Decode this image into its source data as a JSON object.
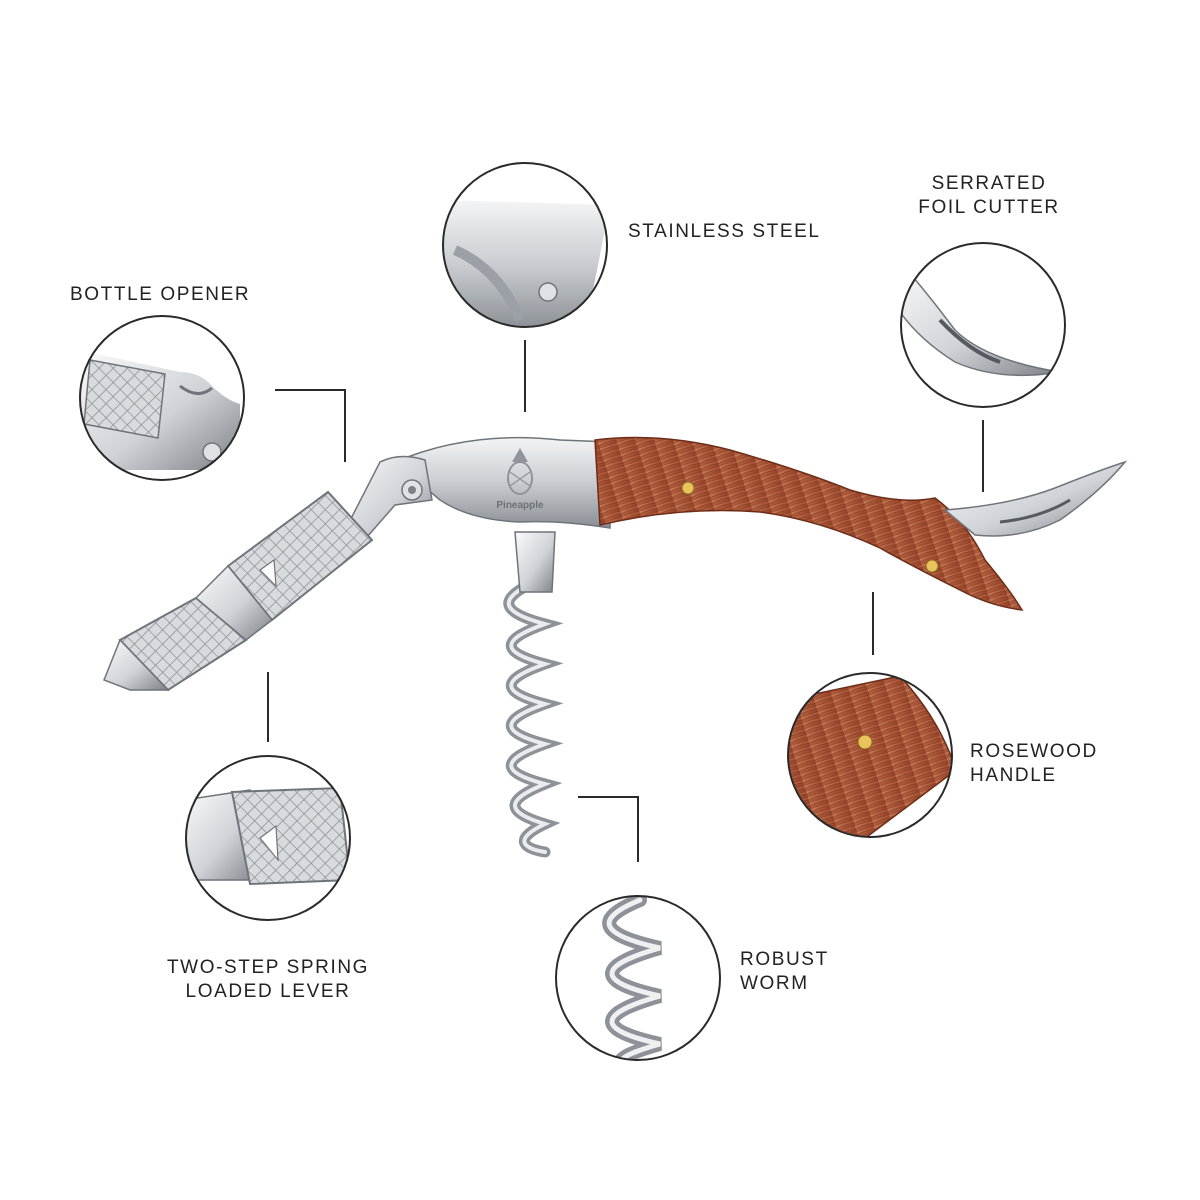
{
  "colors": {
    "steel_light": "#eef0f2",
    "steel_mid": "#c4c8cc",
    "steel_dark": "#7c8187",
    "wood_light": "#c47a55",
    "wood_dark": "#8a3c24",
    "line": "#2a2a2a",
    "circle_stroke": "#2a2a2a",
    "text": "#222222"
  },
  "brand": {
    "logo_text": "Pineapple"
  },
  "callouts": {
    "stainless_steel": {
      "line1": "STAINLESS STEEL"
    },
    "foil_cutter": {
      "line1": "SERRATED",
      "line2": "FOIL CUTTER"
    },
    "bottle_opener": {
      "line1": "BOTTLE OPENER"
    },
    "rosewood_handle": {
      "line1": "ROSEWOOD",
      "line2": "HANDLE"
    },
    "spring_lever": {
      "line1": "TWO-STEP SPRING",
      "line2": "LOADED LEVER"
    },
    "robust_worm": {
      "line1": "ROBUST",
      "line2": "WORM"
    }
  }
}
